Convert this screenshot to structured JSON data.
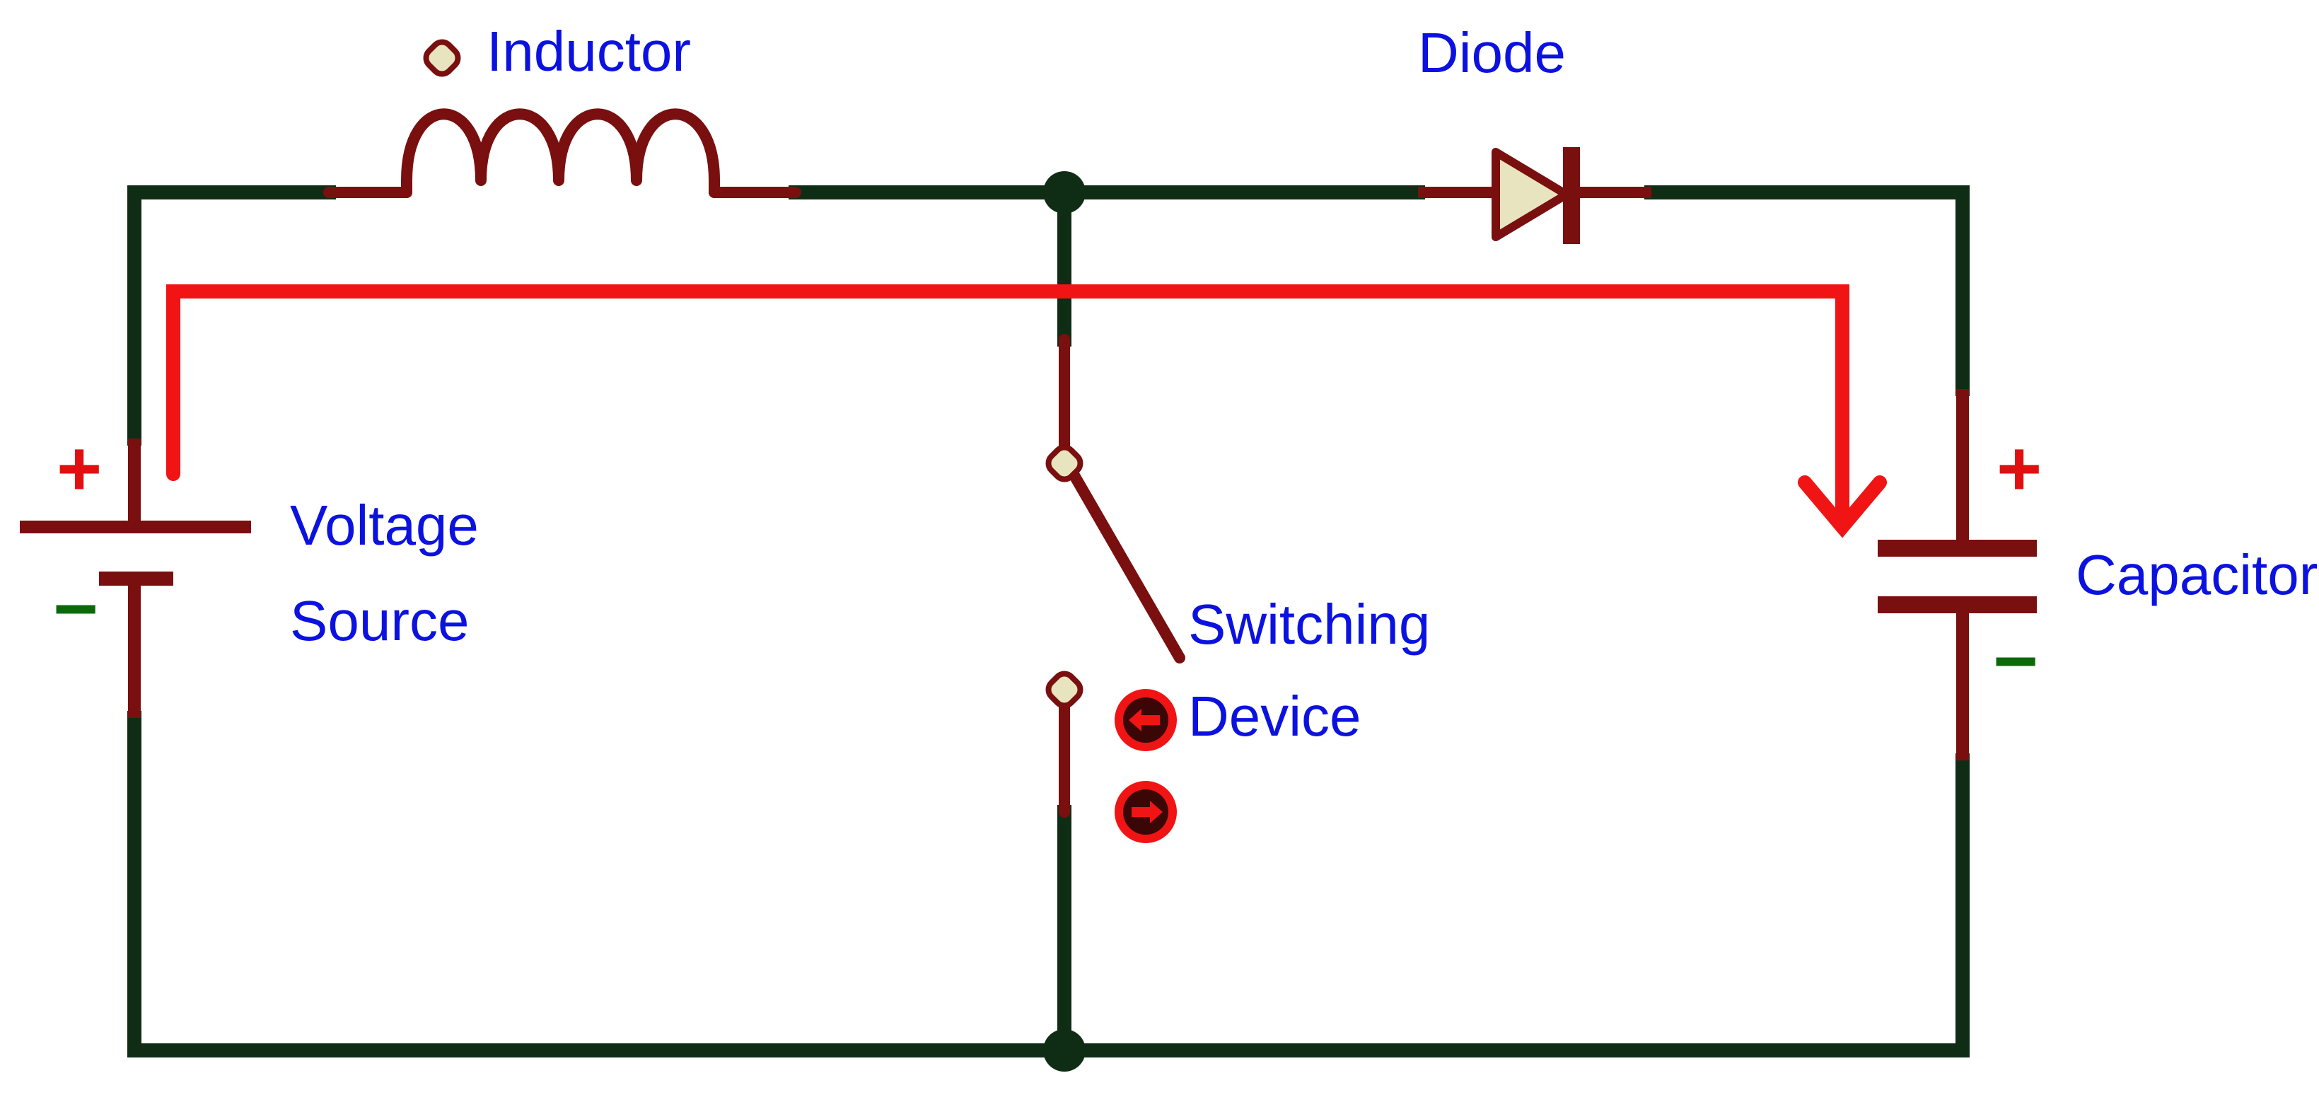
{
  "labels": {
    "inductor": "Inductor",
    "diode": "Diode",
    "voltage_source_line1": "Voltage",
    "voltage_source_line2": "Source",
    "switching_device_line1": "Switching",
    "switching_device_line2": "Device",
    "capacitor": "Capacitor"
  },
  "polarity": {
    "plus": "+",
    "minus": "−"
  },
  "colors": {
    "wire": "#0f2d14",
    "component": "#7a0f0f",
    "current_path": "#f01414",
    "label_text": "#0b12e0",
    "plus_sign": "#e01010",
    "minus_sign": "#0a6a0a",
    "diode_fill": "#e8e4c0"
  },
  "icons": [
    "switch-left-arrow-icon",
    "switch-right-arrow-icon"
  ]
}
